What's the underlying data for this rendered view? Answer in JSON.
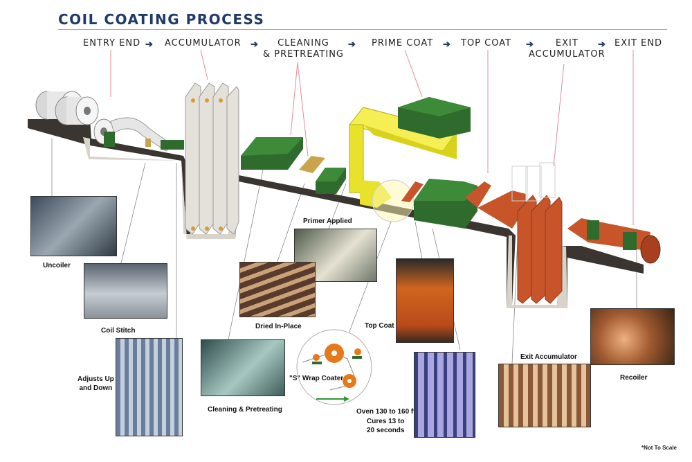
{
  "title": "COIL COATING PROCESS",
  "stages": [
    "ENTRY END",
    "ACCUMULATOR",
    "CLEANING\n& PRETREATING",
    "PRIME COAT",
    "TOP COAT",
    "EXIT\nACCUMULATOR",
    "EXIT END"
  ],
  "arrow_glyph": "➔",
  "captions": {
    "uncoiler": "Uncoiler",
    "coil_stitch": "Coil Stitch",
    "adjusts": "Adjusts Up\nand Down",
    "primer_applied": "Primer Applied",
    "dried_in_place": "Dried In-Place",
    "top_coat": "Top Coat",
    "cleaning": "Cleaning & Pretreating",
    "s_wrap": "\"S\" Wrap Coater",
    "oven": "Oven 130 to 160 ft.",
    "cures": "Cures 13 to\n20 seconds",
    "exit_accumulator": "Exit Accumulator",
    "recoiler": "Recoiler"
  },
  "footnote": "*Not To Scale",
  "colors": {
    "title": "#1f3a6b",
    "line_base": "#3a3530",
    "green_unit": "#2f6b2c",
    "yellow_oven": "#e8e22a",
    "copper_strip": "#c8552a",
    "steel": "#c9c9c9"
  }
}
